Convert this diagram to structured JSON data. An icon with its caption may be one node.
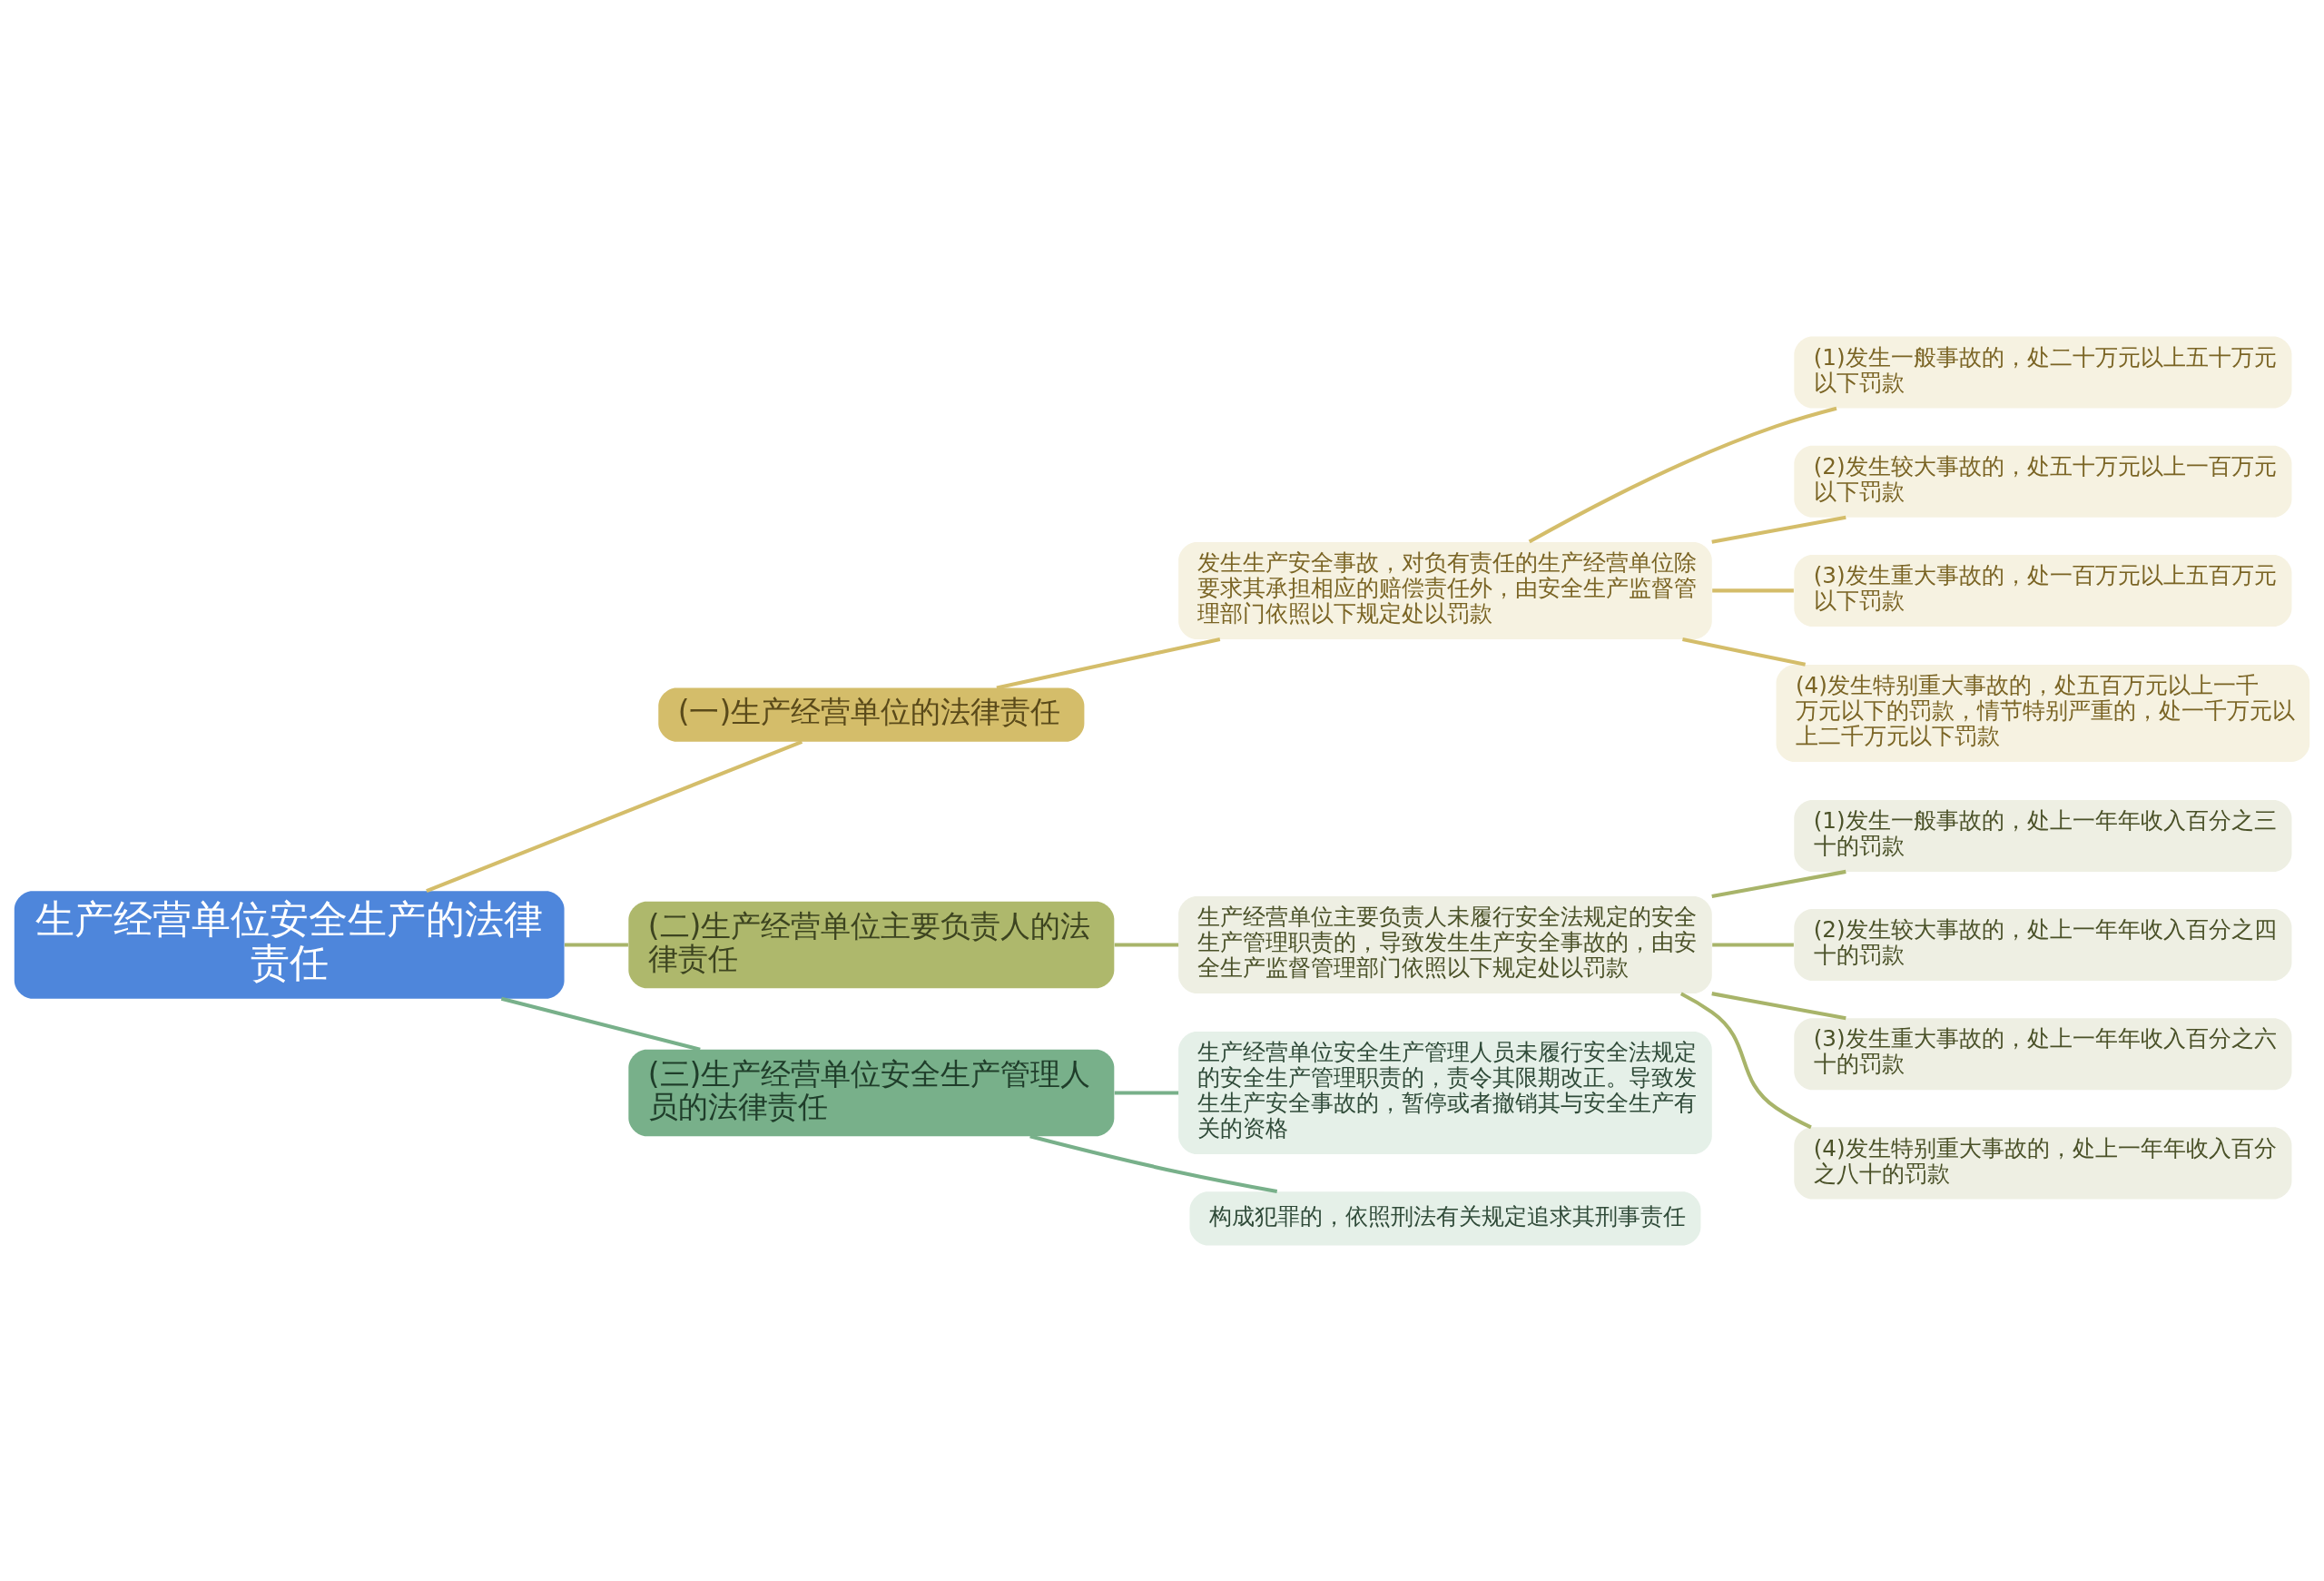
{
  "diagram": {
    "nodes": [
      {
        "text": [
          "生产经营单位安全生产的法律责任"
        ]
      },
      {
        "text": [
          "(一)生产经营单位的法律责任"
        ]
      },
      {
        "text": [
          "发生生产安全事故，对负有责任的生产经营单位除要求其承担相应的赔偿责任外，由安全生产监督管理部门依照以下规定处以罚款"
        ]
      },
      {
        "text": [
          "(1)发生一般事故的，处二十万元以上五十万元以下罚款"
        ]
      },
      {
        "text": [
          "(2)发生较大事故的，处五十万元以上一百万元以下罚款"
        ]
      },
      {
        "text": [
          "(3)发生重大事故的，处一百万元以上五百万元以下罚款"
        ]
      },
      {
        "text": [
          "(4)发生特别重大事故的，处五百万元以上一千万元以下的罚款，情节特别严重的，处一千万元以上二千万元以下罚款"
        ]
      },
      {
        "text": [
          "(二)生产经营单位主要负责人的法律责任"
        ]
      },
      {
        "text": [
          "生产经营单位主要负责人未履行安全法规定的安全生产管理职责的，导致发生生产安全事故的，由安全生产监督管理部门依照以下规定处以罚款"
        ]
      },
      {
        "text": [
          "(1)发生一般事故的，处上一年年收入百分之三十的罚款"
        ]
      },
      {
        "text": [
          "(2)发生较大事故的，处上一年年收入百分之四十的罚款"
        ]
      },
      {
        "text": [
          "(3)发生重大事故的，处上一年年收入百分之六十的罚款"
        ]
      },
      {
        "text": [
          "(4)发生特别重大事故的，处上一年年收入百分之八十的罚款"
        ]
      },
      {
        "text": [
          "(三)生产经营单位安全生产管理人员的法律责任"
        ]
      },
      {
        "text": [
          "生产经营单位安全生产管理人员未履行安全法规定的安全生产管理职责的，责令其限期改正。导致发生生产安全事故的，暂停或者撤销其与安全生产有关的资格"
        ]
      },
      {
        "text": [
          "构成犯罪的，依照刑法有关规定追求其刑事责任"
        ]
      }
    ],
    "edges": [
      {
        "from": 0,
        "to": 1,
        "arrow": "none",
        "color": "#d4bd6a"
      },
      {
        "from": 1,
        "to": 2,
        "arrow": "none",
        "color": "#d4bd6a"
      },
      {
        "from": 2,
        "to": 3,
        "arrow": "none",
        "color": "#d4bd6a"
      },
      {
        "from": 2,
        "to": 4,
        "arrow": "none",
        "color": "#d4bd6a"
      },
      {
        "from": 2,
        "to": 5,
        "arrow": "none",
        "color": "#d4bd6a"
      },
      {
        "from": 2,
        "to": 6,
        "arrow": "none",
        "color": "#d4bd6a"
      },
      {
        "from": 0,
        "to": 7,
        "arrow": "none",
        "color": "#a8b46a"
      },
      {
        "from": 7,
        "to": 8,
        "arrow": "none",
        "color": "#a8b46a"
      },
      {
        "from": 8,
        "to": 9,
        "arrow": "none",
        "color": "#a8b46a"
      },
      {
        "from": 8,
        "to": 10,
        "arrow": "none",
        "color": "#a8b46a"
      },
      {
        "from": 8,
        "to": 11,
        "arrow": "none",
        "color": "#a8b46a"
      },
      {
        "from": 8,
        "to": 12,
        "arrow": "none",
        "color": "#a8b46a"
      },
      {
        "from": 0,
        "to": 13,
        "arrow": "none",
        "color": "#78b08a"
      },
      {
        "from": 13,
        "to": 14,
        "arrow": "none",
        "color": "#78b08a"
      },
      {
        "from": 13,
        "to": 15,
        "arrow": "none",
        "color": "#78b08a"
      }
    ]
  }
}
